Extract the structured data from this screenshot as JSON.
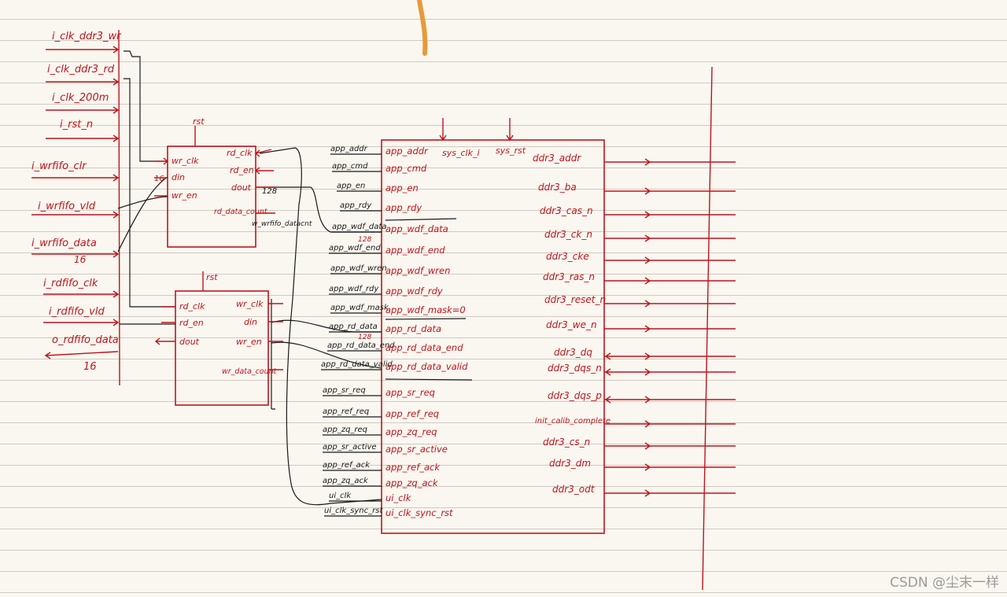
{
  "top_inputs": [
    "i_clk_ddr3_wr",
    "i_clk_ddr3_rd",
    "i_clk_200m",
    "i_rst_n",
    "i_wrfifo_clr",
    "i_wrfifo_vld",
    "i_wrfifo_data",
    "i_rdfifo_clk",
    "i_rdfifo_vld",
    "o_rdfifo_data"
  ],
  "bus_width_16a": "16",
  "bus_width_16b": "16",
  "wrfifo": {
    "rst": "rst",
    "left_ports": [
      "wr_clk",
      "din",
      "wr_en"
    ],
    "right_ports": [
      "rd_clk",
      "rd_en",
      "dout"
    ],
    "bottom": "rd_data_count",
    "dout_width": "128",
    "count_net": "w_wrfifo_datacnt",
    "din_width": "16"
  },
  "rdfifo": {
    "rst": "rst",
    "left_ports": [
      "rd_clk",
      "rd_en",
      "dout"
    ],
    "right_ports": [
      "wr_clk",
      "din",
      "wr_en"
    ],
    "bottom": "wr_data_count"
  },
  "mig_signals": [
    "app_addr",
    "app_cmd",
    "app_en",
    "app_rdy",
    "app_wdf_data",
    "app_wdf_end",
    "app_wdf_wren",
    "app_wdf_rdy",
    "app_wdf_mask",
    "app_rd_data",
    "app_rd_data_end",
    "app_rd_data_valid",
    "app_sr_req",
    "app_ref_req",
    "app_zq_req",
    "app_sr_active",
    "app_ref_ack",
    "app_zq_ack",
    "ui_clk",
    "ui_clk_sync_rst"
  ],
  "mig_left_ports": [
    "app_addr",
    "app_cmd",
    "app_en",
    "app_rdy",
    "app_wdf_data",
    "app_wdf_end",
    "app_wdf_wren",
    "app_wdf_rdy",
    "app_wdf_mask=0",
    "app_rd_data",
    "app_rd_data_end",
    "app_rd_data_valid",
    "app_sr_req",
    "app_ref_req",
    "app_zq_req",
    "app_sr_active",
    "app_ref_ack",
    "app_zq_ack",
    "ui_clk",
    "ui_clk_sync_rst"
  ],
  "mig_top_ports": [
    "sys_clk_i",
    "sys_rst"
  ],
  "mig_right_ports": [
    "ddr3_addr",
    "ddr3_ba",
    "ddr3_cas_n",
    "ddr3_ck_n",
    "ddr3_cke",
    "ddr3_ras_n",
    "ddr3_reset_n",
    "ddr3_we_n",
    "ddr3_dq",
    "ddr3_dqs_n",
    "ddr3_dqs_p",
    "init_calib_complete",
    "ddr3_cs_n",
    "ddr3_dm",
    "ddr3_odt"
  ],
  "mig_label_128a": "128",
  "mig_label_128b": "128",
  "watermark": "CSDN @尘末一样",
  "colors": {
    "ink_red": "#c0141a",
    "ink_black": "#1a1a1a",
    "paper": "#faf7f0",
    "rule": "#cfcac3",
    "marker": "#e69a3c"
  }
}
